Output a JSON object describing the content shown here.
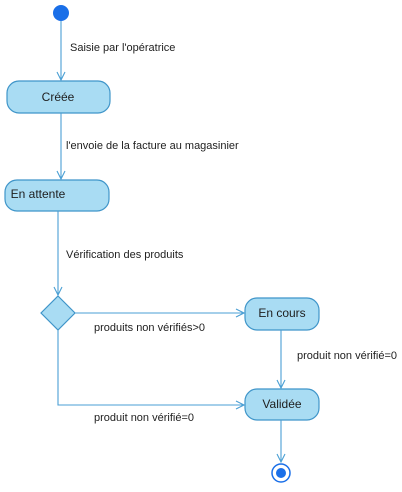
{
  "states": {
    "creee": "Créée",
    "en_attente": "En attente",
    "en_cours": "En cours",
    "validee": "Validée"
  },
  "transitions": {
    "saisie": "Saisie par l'opératrice",
    "envoie": "l'envoie de la facture au magasinier",
    "verification": "Vérification des produits",
    "non_verifies": "produits non vérifiés>0",
    "non_verifie_right": "produit non vérifié=0",
    "non_verifie_bottom": "produit non vérifié=0"
  },
  "colors": {
    "state_fill": "#a9dcf3",
    "state_stroke": "#3f95c9",
    "edge": "#4a9fd4",
    "initial_node": "#1a6fe8"
  }
}
